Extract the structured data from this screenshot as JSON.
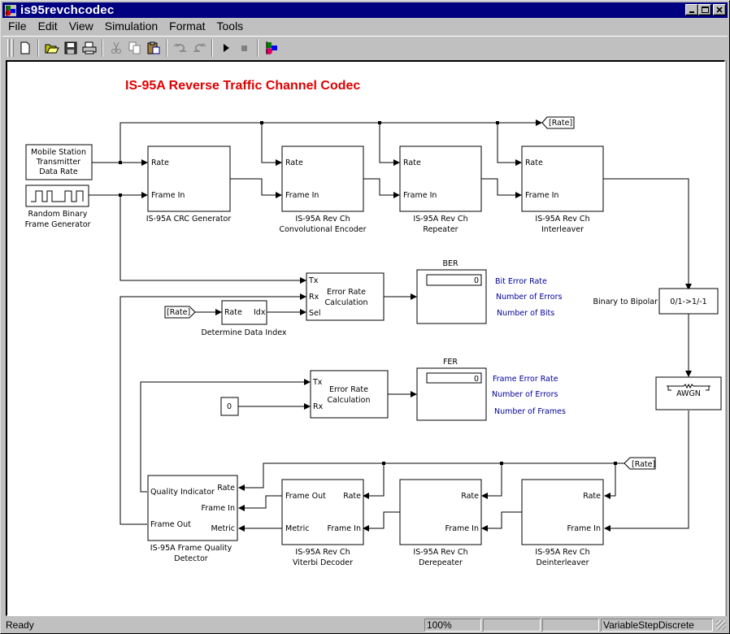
{
  "window": {
    "title": "is95revchcodec",
    "controls": [
      "minimize",
      "maximize",
      "close"
    ]
  },
  "menu": [
    "File",
    "Edit",
    "View",
    "Simulation",
    "Format",
    "Tools"
  ],
  "toolbar": {
    "buttons": [
      "new-file",
      "open-folder",
      "save",
      "print",
      "cut",
      "copy",
      "paste",
      "undo",
      "redo",
      "start-simulation",
      "stop-simulation",
      "library-browser"
    ]
  },
  "diagram": {
    "title": "IS-95A Reverse Traffic Channel Codec",
    "title_color": "#e00000",
    "goto_tag": "[Rate]",
    "from_tag_1": "[Rate]",
    "from_tag_2": "[Rate]",
    "blocks": {
      "ms_rate": {
        "lines": [
          "Mobile Station",
          "Transmitter",
          "Data Rate"
        ]
      },
      "rand_gen": {
        "caption": [
          "Random Binary",
          "Frame Generator"
        ]
      },
      "crc": {
        "ports": [
          "Rate",
          "Frame In"
        ],
        "caption": [
          "IS-95A CRC Generator"
        ]
      },
      "conv": {
        "ports": [
          "Rate",
          "Frame In"
        ],
        "caption": [
          "IS-95A Rev Ch",
          "Convolutional Encoder"
        ]
      },
      "rep": {
        "ports": [
          "Rate",
          "Frame In"
        ],
        "caption": [
          "IS-95A Rev Ch",
          "Repeater"
        ]
      },
      "intl": {
        "ports": [
          "Rate",
          "Frame In"
        ],
        "caption": [
          "IS-95A Rev Ch",
          "Interleaver"
        ]
      },
      "err1": {
        "ports": [
          "Tx",
          "Rx",
          "Sel"
        ],
        "lines": [
          "Error Rate",
          "Calculation"
        ]
      },
      "ddi": {
        "ports": [
          "Rate",
          "Idx"
        ],
        "caption": [
          "Determine Data Index"
        ]
      },
      "ber": {
        "title": "BER",
        "value": "0",
        "labels": [
          "Bit Error Rate",
          "Number of Errors",
          "Number of Bits"
        ]
      },
      "b2b": {
        "text": "0/1->1/-1",
        "side_label": "Binary to Bipolar"
      },
      "err2": {
        "ports": [
          "Tx",
          "Rx"
        ],
        "lines": [
          "Error Rate",
          "Calculation"
        ]
      },
      "const0": {
        "value": "0"
      },
      "fer": {
        "title": "FER",
        "value": "0",
        "labels": [
          "Frame Error Rate",
          "Number of Errors",
          "Number of Frames"
        ]
      },
      "awgn": {
        "text": "AWGN"
      },
      "fqd": {
        "left_ports": [
          "Quality Indicator",
          "Frame Out"
        ],
        "right_ports": [
          "Rate",
          "Frame In",
          "Metric"
        ],
        "caption": [
          "IS-95A Frame Quality",
          "Detector"
        ]
      },
      "vit": {
        "left_ports": [
          "Frame Out",
          "Metric"
        ],
        "right_ports": [
          "Rate",
          "Frame In"
        ],
        "caption": [
          "IS-95A Rev Ch",
          "Viterbi Decoder"
        ]
      },
      "derep": {
        "right_ports": [
          "Rate",
          "Frame In"
        ],
        "caption": [
          "IS-95A Rev Ch",
          "Derepeater"
        ]
      },
      "deintl": {
        "right_ports": [
          "Rate",
          "Frame In"
        ],
        "caption": [
          "IS-95A Rev Ch",
          "Deinterleaver"
        ]
      }
    }
  },
  "status": {
    "text": "Ready",
    "zoom": "100%",
    "panel2": "",
    "panel3": "",
    "solver": "VariableStepDiscrete"
  }
}
